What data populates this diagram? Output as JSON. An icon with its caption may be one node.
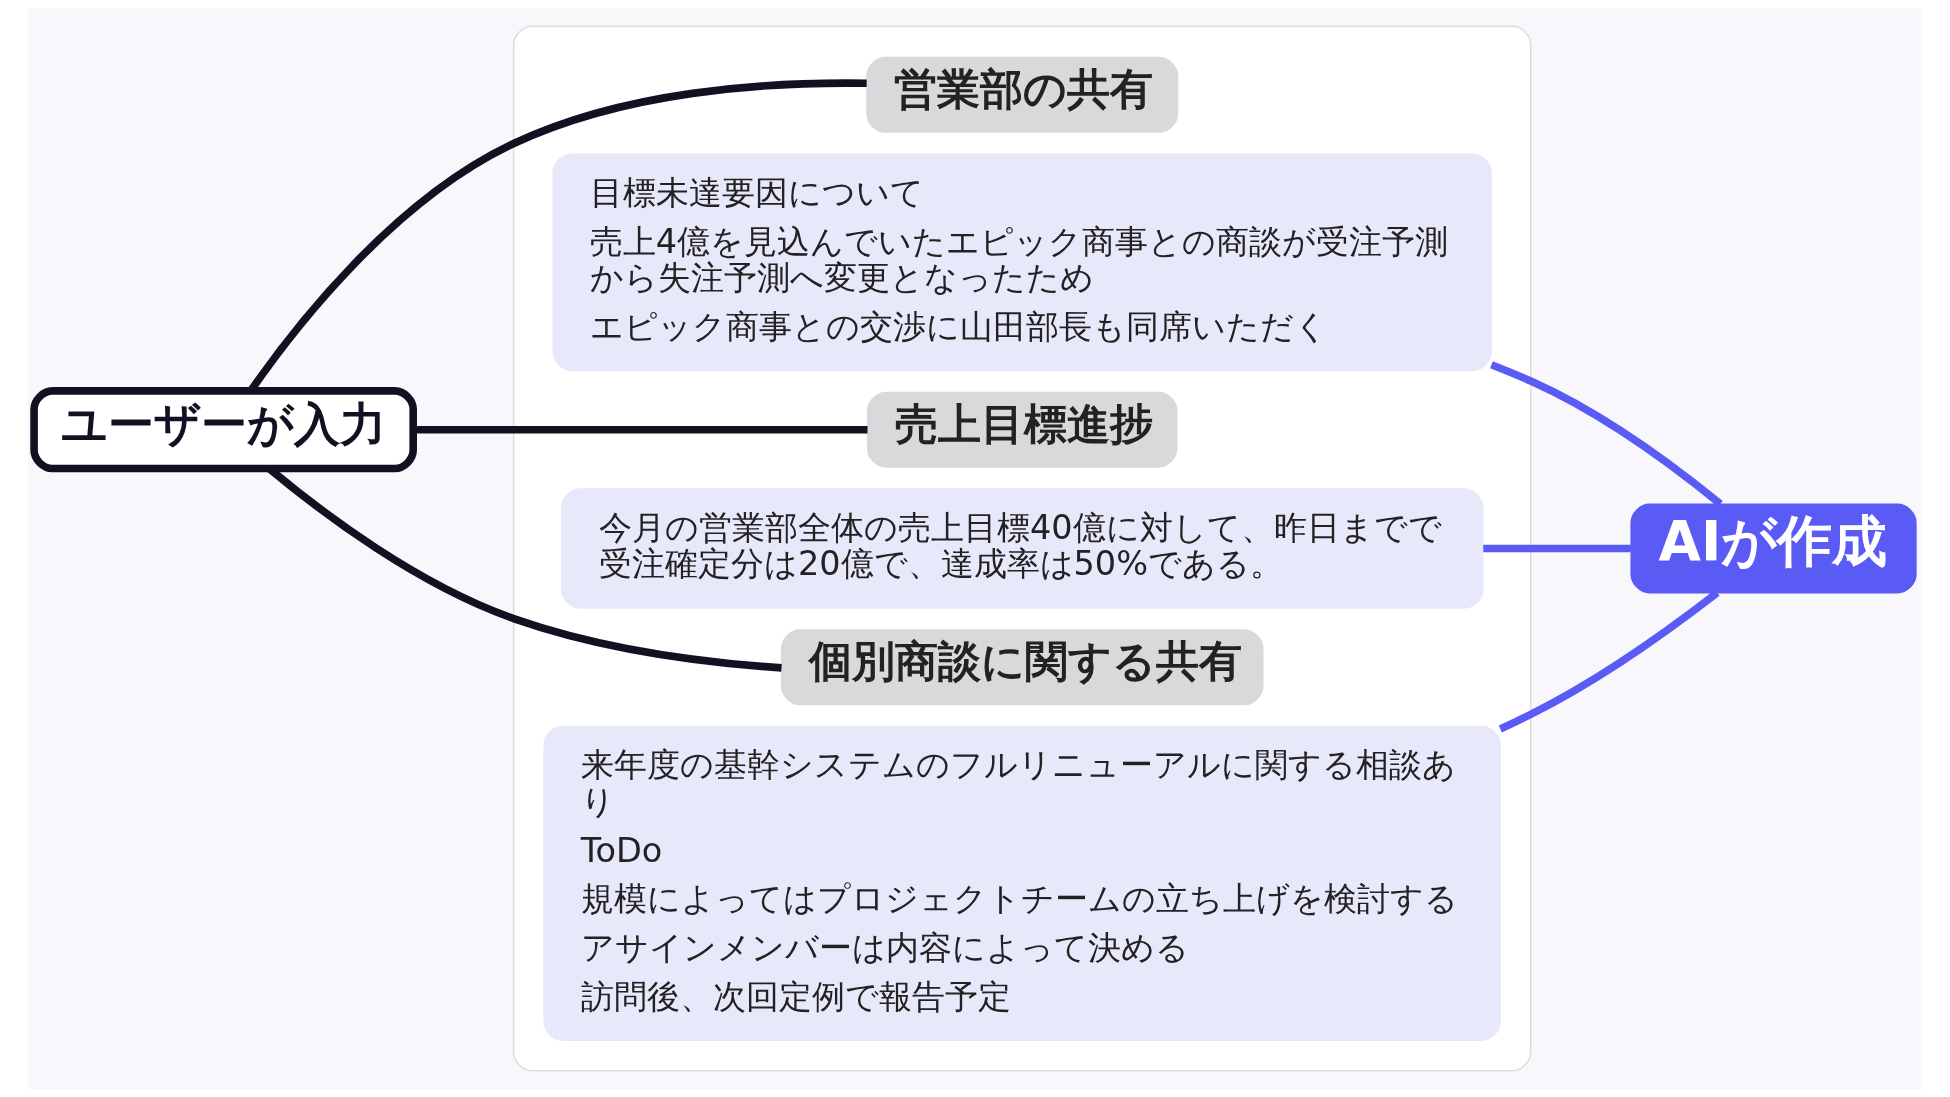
{
  "diagram": {
    "nodes": [
      {
        "text": [
          "ユーザーが入力"
        ]
      },
      {
        "text": [],
        "shape": "box"
      },
      {
        "text": [
          "営業部の共有"
        ],
        "in": 1
      },
      {
        "text": [
          "目標未達要因について",
          "売上4億を見込んでいたエピック商事との商談が受注予測から失注予測へ変更となったため",
          "エピック商事との交渉に山田部長も同席いただく"
        ],
        "in": 1
      },
      {
        "text": [
          "売上目標進捗"
        ],
        "in": 1
      },
      {
        "text": [
          "今月の営業部全体の売上目標40億に対して、昨日までで受注確定分は20億で、達成率は50%である。"
        ],
        "in": 1
      },
      {
        "text": [
          "個別商談に関する共有"
        ],
        "in": 1
      },
      {
        "text": [
          "来年度の基幹システムのフルリニューアルに関する相談あり",
          "ToDo",
          "規模によってはプロジェクトチームの立ち上げを検討する",
          "アサインメンバーは内容によって決める",
          "訪問後、次回定例で報告予定"
        ],
        "in": 1
      },
      {
        "text": [
          "AIが作成"
        ]
      }
    ],
    "edges": [
      {
        "from": 0,
        "to": 2,
        "arrow": "none"
      },
      {
        "from": 0,
        "to": 4,
        "arrow": "none"
      },
      {
        "from": 0,
        "to": 6,
        "arrow": "none"
      },
      {
        "from": 8,
        "to": 3,
        "arrow": "none",
        "color": "#5a5af5"
      },
      {
        "from": 8,
        "to": 5,
        "arrow": "none",
        "color": "#5a5af5"
      },
      {
        "from": 8,
        "to": 7,
        "arrow": "none",
        "color": "#5a5af5"
      }
    ]
  }
}
